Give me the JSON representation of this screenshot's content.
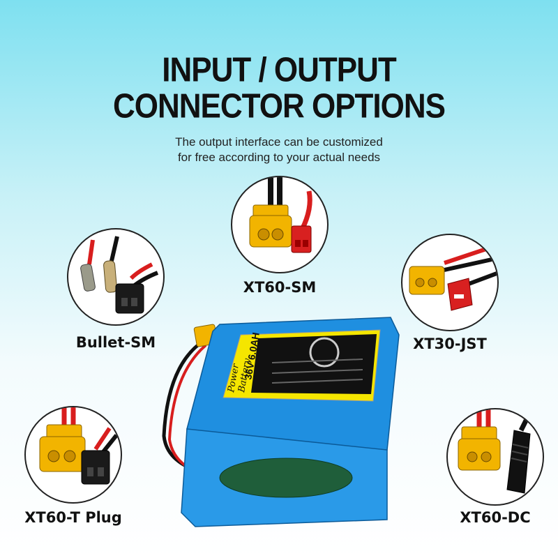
{
  "title": {
    "line1": "INPUT / OUTPUT",
    "line2": "CONNECTOR OPTIONS"
  },
  "subtitle": {
    "line1": "The output interface can be customized",
    "line2": "for free according to your actual needs"
  },
  "connectors": [
    {
      "label": "XT60-SM"
    },
    {
      "label": "Bullet-SM"
    },
    {
      "label": "XT30-JST"
    },
    {
      "label": "XT60-T Plug"
    },
    {
      "label": "XT60-DC"
    }
  ],
  "battery": {
    "spec": "36V 6.0AH",
    "brand_line1": "Power",
    "brand_line2": "Battery"
  },
  "colors": {
    "connector_yellow": "#f2b400",
    "battery_blue": "#1f8fe0",
    "label_yellow": "#f5e600",
    "wire_red": "#d81e1e"
  }
}
